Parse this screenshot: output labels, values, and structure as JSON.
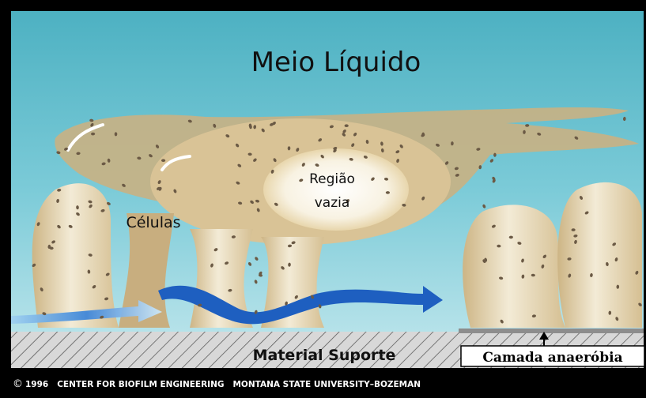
{
  "labels": {
    "medium": "Meio Líquido",
    "void": "Região vazia",
    "void_line1": "Região",
    "void_line2": "vazia",
    "cells": "Células",
    "support": "Material Suporte",
    "anaerobic": "Camada anaeróbia"
  },
  "copyright": {
    "symbol": "©",
    "text": "1996   CENTER FOR BIOFILM ENGINEERING   MONTANA STATE UNIVERSITY–BOZEMAN"
  },
  "colors": {
    "liquid_top": "#4fb3c4",
    "liquid_bottom": "#a8dde6",
    "biofilm": "#d9c49a",
    "biofilm_light": "#f3ead2",
    "flow_blue": "#1e5fc0",
    "substrate": "#d0d0d0"
  }
}
